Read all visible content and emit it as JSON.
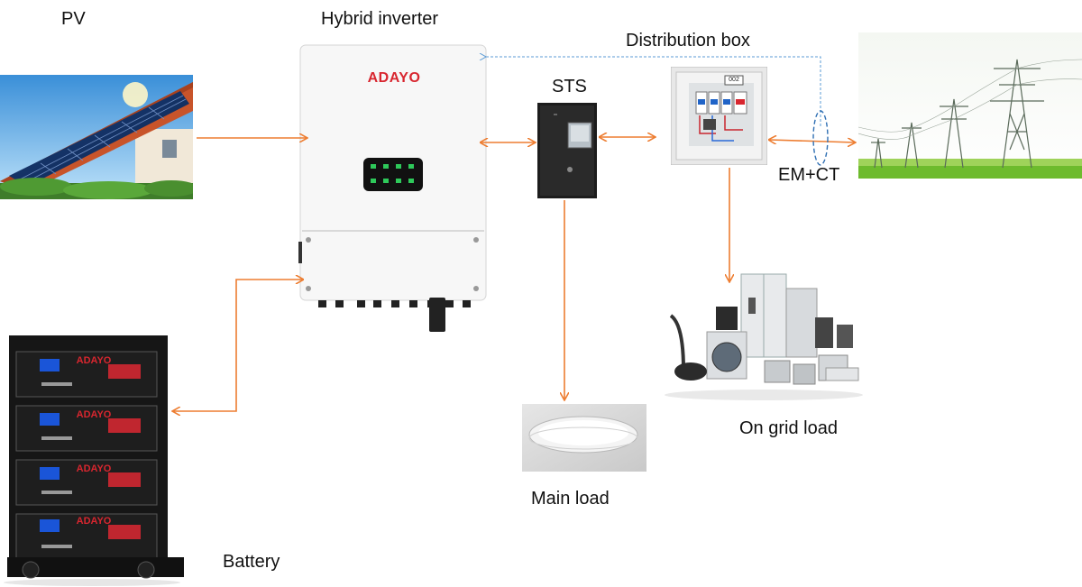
{
  "labels": {
    "pv": "PV",
    "hybrid_inverter": "Hybrid inverter",
    "distribution_box": "Distribution box",
    "sts": "STS",
    "em_ct": "EM+CT",
    "on_grid_load": "On grid load",
    "main_load": "Main load",
    "battery": "Battery"
  },
  "inverter": {
    "brand": "ADAYO"
  },
  "battery_modules": [
    {
      "brand": "ADAYO"
    },
    {
      "brand": "ADAYO"
    },
    {
      "brand": "ADAYO"
    },
    {
      "brand": "ADAYO"
    }
  ],
  "distribution_box": {
    "tag": "002"
  },
  "colors": {
    "power_flow_arrow": "#ED7D31",
    "communication_line": "#5B9BD5",
    "brand_red": "#D8262F"
  }
}
